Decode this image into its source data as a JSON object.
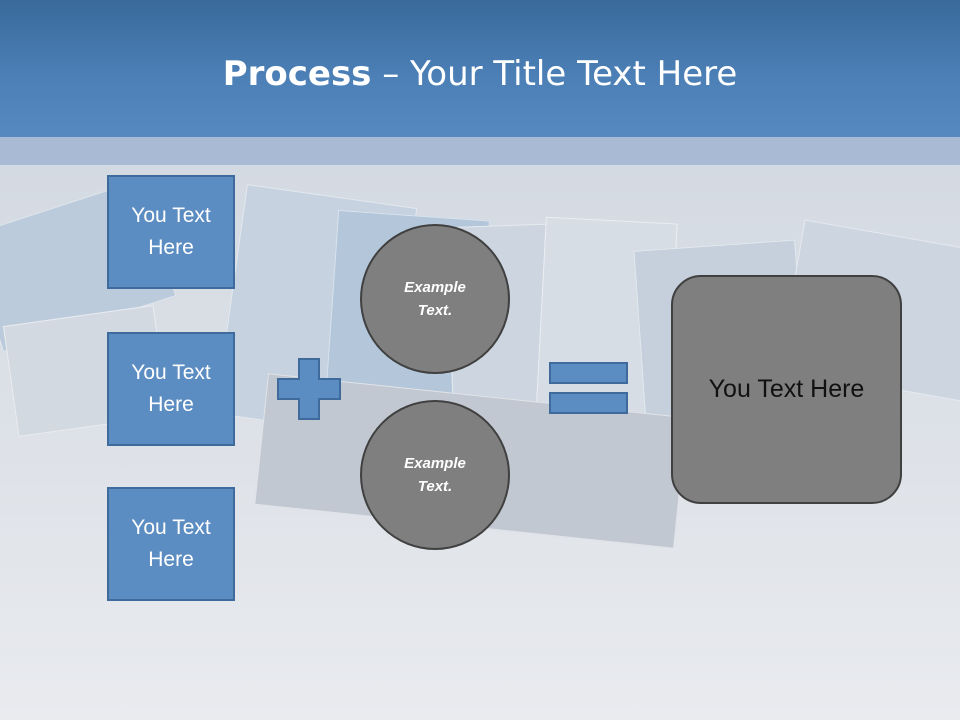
{
  "header": {
    "title_bold": "Process",
    "title_rest": " – Your Title Text Here"
  },
  "diagram": {
    "inputs": [
      {
        "label": "You Text Here"
      },
      {
        "label": "You Text Here"
      },
      {
        "label": "You Text Here"
      }
    ],
    "examples": [
      {
        "label": "Example Text."
      },
      {
        "label": "Example Text."
      }
    ],
    "result": {
      "label": "You Text Here"
    },
    "operators": {
      "plus": "plus-icon",
      "equals": "equals-icon"
    }
  },
  "colors": {
    "header": "#4b7fb5",
    "stripe": "#a8bad4",
    "box_fill": "#5b8cc2",
    "box_border": "#3e6a9c",
    "circle_fill": "#7f7f7f",
    "circle_border": "#404040"
  }
}
